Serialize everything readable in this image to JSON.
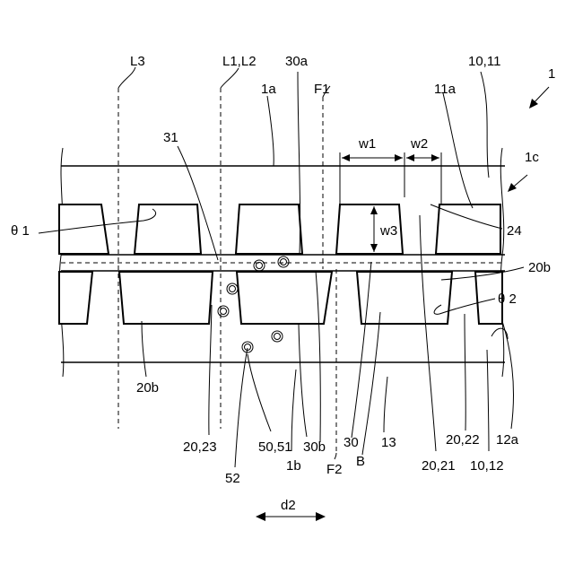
{
  "figure": {
    "labels": {
      "L3": "L3",
      "L1L2": "L1,L2",
      "l30a": "30a",
      "l10_11": "10,11",
      "l1": "1",
      "l1a": "1a",
      "F1": "F1",
      "l11a": "11a",
      "l31": "31",
      "w1": "w1",
      "w2": "w2",
      "l1c": "1c",
      "theta1": "θ 1",
      "w3": "w3",
      "l24": "24",
      "l20b_right": "20b",
      "theta2": "θ 2",
      "l20b_left": "20b",
      "l20_23": "20,23",
      "l50_51": "50,51",
      "l30b": "30b",
      "l30": "30",
      "l13": "13",
      "l20_22": "20,22",
      "l12a": "12a",
      "l52": "52",
      "l1b": "1b",
      "F2": "F2",
      "B": "B",
      "l20_21": "20,21",
      "l10_12": "10,12",
      "d2": "d2"
    }
  }
}
